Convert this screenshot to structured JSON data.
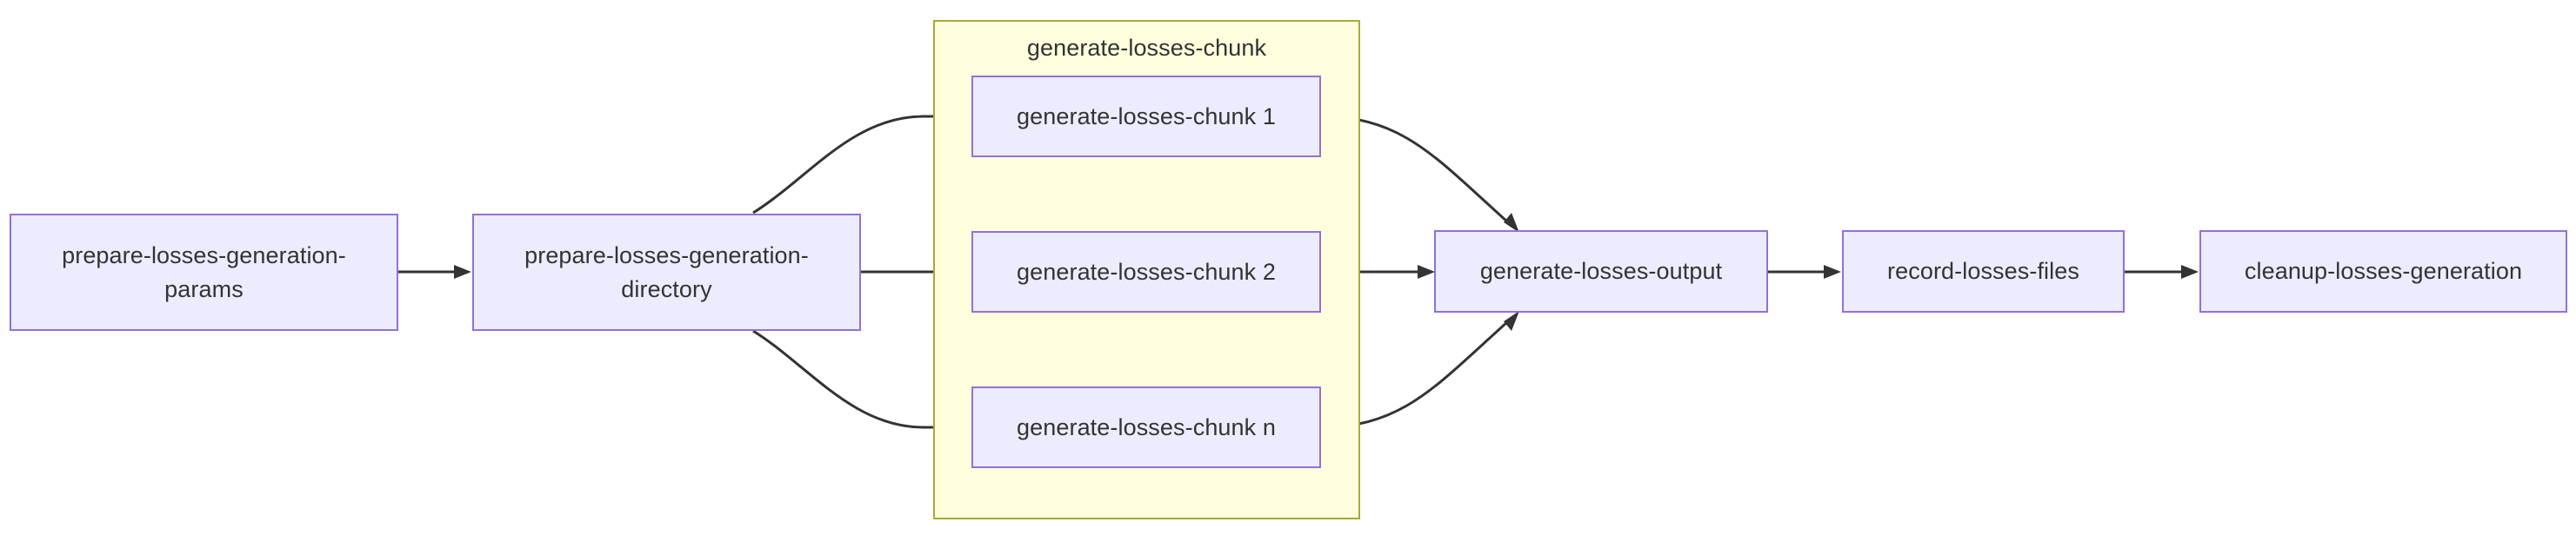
{
  "diagram": {
    "type": "flowchart",
    "direction": "left-to-right",
    "background_color": "#ffffff",
    "node_fill": "#ececff",
    "node_stroke": "#9370db",
    "subgraph_fill": "#ffffde",
    "subgraph_stroke": "#aaaa33",
    "edge_color": "#333333",
    "text_color": "#333333"
  },
  "nodes": {
    "prepare_params": {
      "label": "prepare-losses-generation-\nparams"
    },
    "prepare_directory": {
      "label": "prepare-losses-generation-\ndirectory"
    },
    "chunk_1": {
      "label": "generate-losses-chunk 1"
    },
    "chunk_2": {
      "label": "generate-losses-chunk 2"
    },
    "chunk_n": {
      "label": "generate-losses-chunk n"
    },
    "generate_output": {
      "label": "generate-losses-output"
    },
    "record_files": {
      "label": "record-losses-files"
    },
    "cleanup": {
      "label": "cleanup-losses-generation"
    }
  },
  "subgraphs": {
    "chunk_group": {
      "label": "generate-losses-chunk"
    }
  },
  "edges": [
    {
      "from": "prepare-losses-generation-params",
      "to": "prepare-losses-generation-directory"
    },
    {
      "from": "prepare-losses-generation-directory",
      "to": "generate-losses-chunk 1"
    },
    {
      "from": "prepare-losses-generation-directory",
      "to": "generate-losses-chunk 2"
    },
    {
      "from": "prepare-losses-generation-directory",
      "to": "generate-losses-chunk n"
    },
    {
      "from": "generate-losses-chunk 1",
      "to": "generate-losses-output"
    },
    {
      "from": "generate-losses-chunk 2",
      "to": "generate-losses-output"
    },
    {
      "from": "generate-losses-chunk n",
      "to": "generate-losses-output"
    },
    {
      "from": "generate-losses-output",
      "to": "record-losses-files"
    },
    {
      "from": "record-losses-files",
      "to": "cleanup-losses-generation"
    }
  ]
}
